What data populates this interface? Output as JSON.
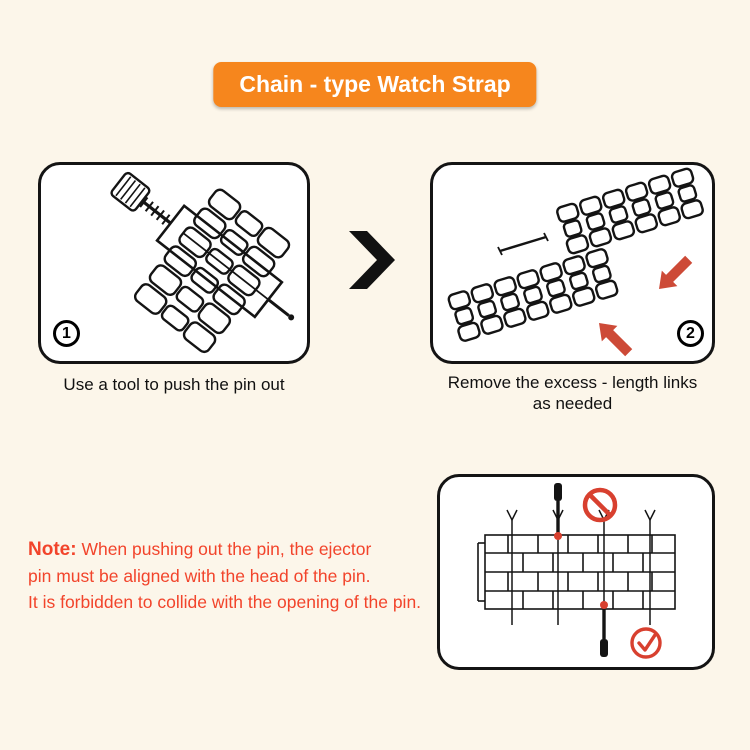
{
  "title": {
    "text": "Chain - type Watch Strap",
    "bg_color": "#F6861D",
    "text_color": "#FFFFFF"
  },
  "steps": [
    {
      "number": "1",
      "caption": "Use a tool to push the pin out"
    },
    {
      "number": "2",
      "caption_line1": "Remove the excess - length links",
      "caption_line2": "as needed"
    }
  ],
  "note": {
    "label": "Note:",
    "line1": "When pushing out the pin, the ejector",
    "line2": "pin must be aligned with the head of the pin.",
    "line3": "It is forbidden to collide with the opening of the pin.",
    "color": "#F2442B"
  },
  "icons": {
    "next_arrow": "chevron-right",
    "prohibition": "no-entry-circle-slash",
    "check": "circle-checkmark",
    "red_arrows": "direction-arrows"
  },
  "illustrations": {
    "step1": "pin-pusher-tool-pressing-pin-out-of-watch-band",
    "step2": "watch-band-links-separated-with-loose-pin",
    "detail": "ejector-pin-alignment-wrong-and-right"
  },
  "colors": {
    "page_bg": "#FCF6EA",
    "panel_border": "#141414",
    "accent_orange": "#F6861D",
    "accent_red": "#CD4A37",
    "note_red": "#F2442B"
  }
}
